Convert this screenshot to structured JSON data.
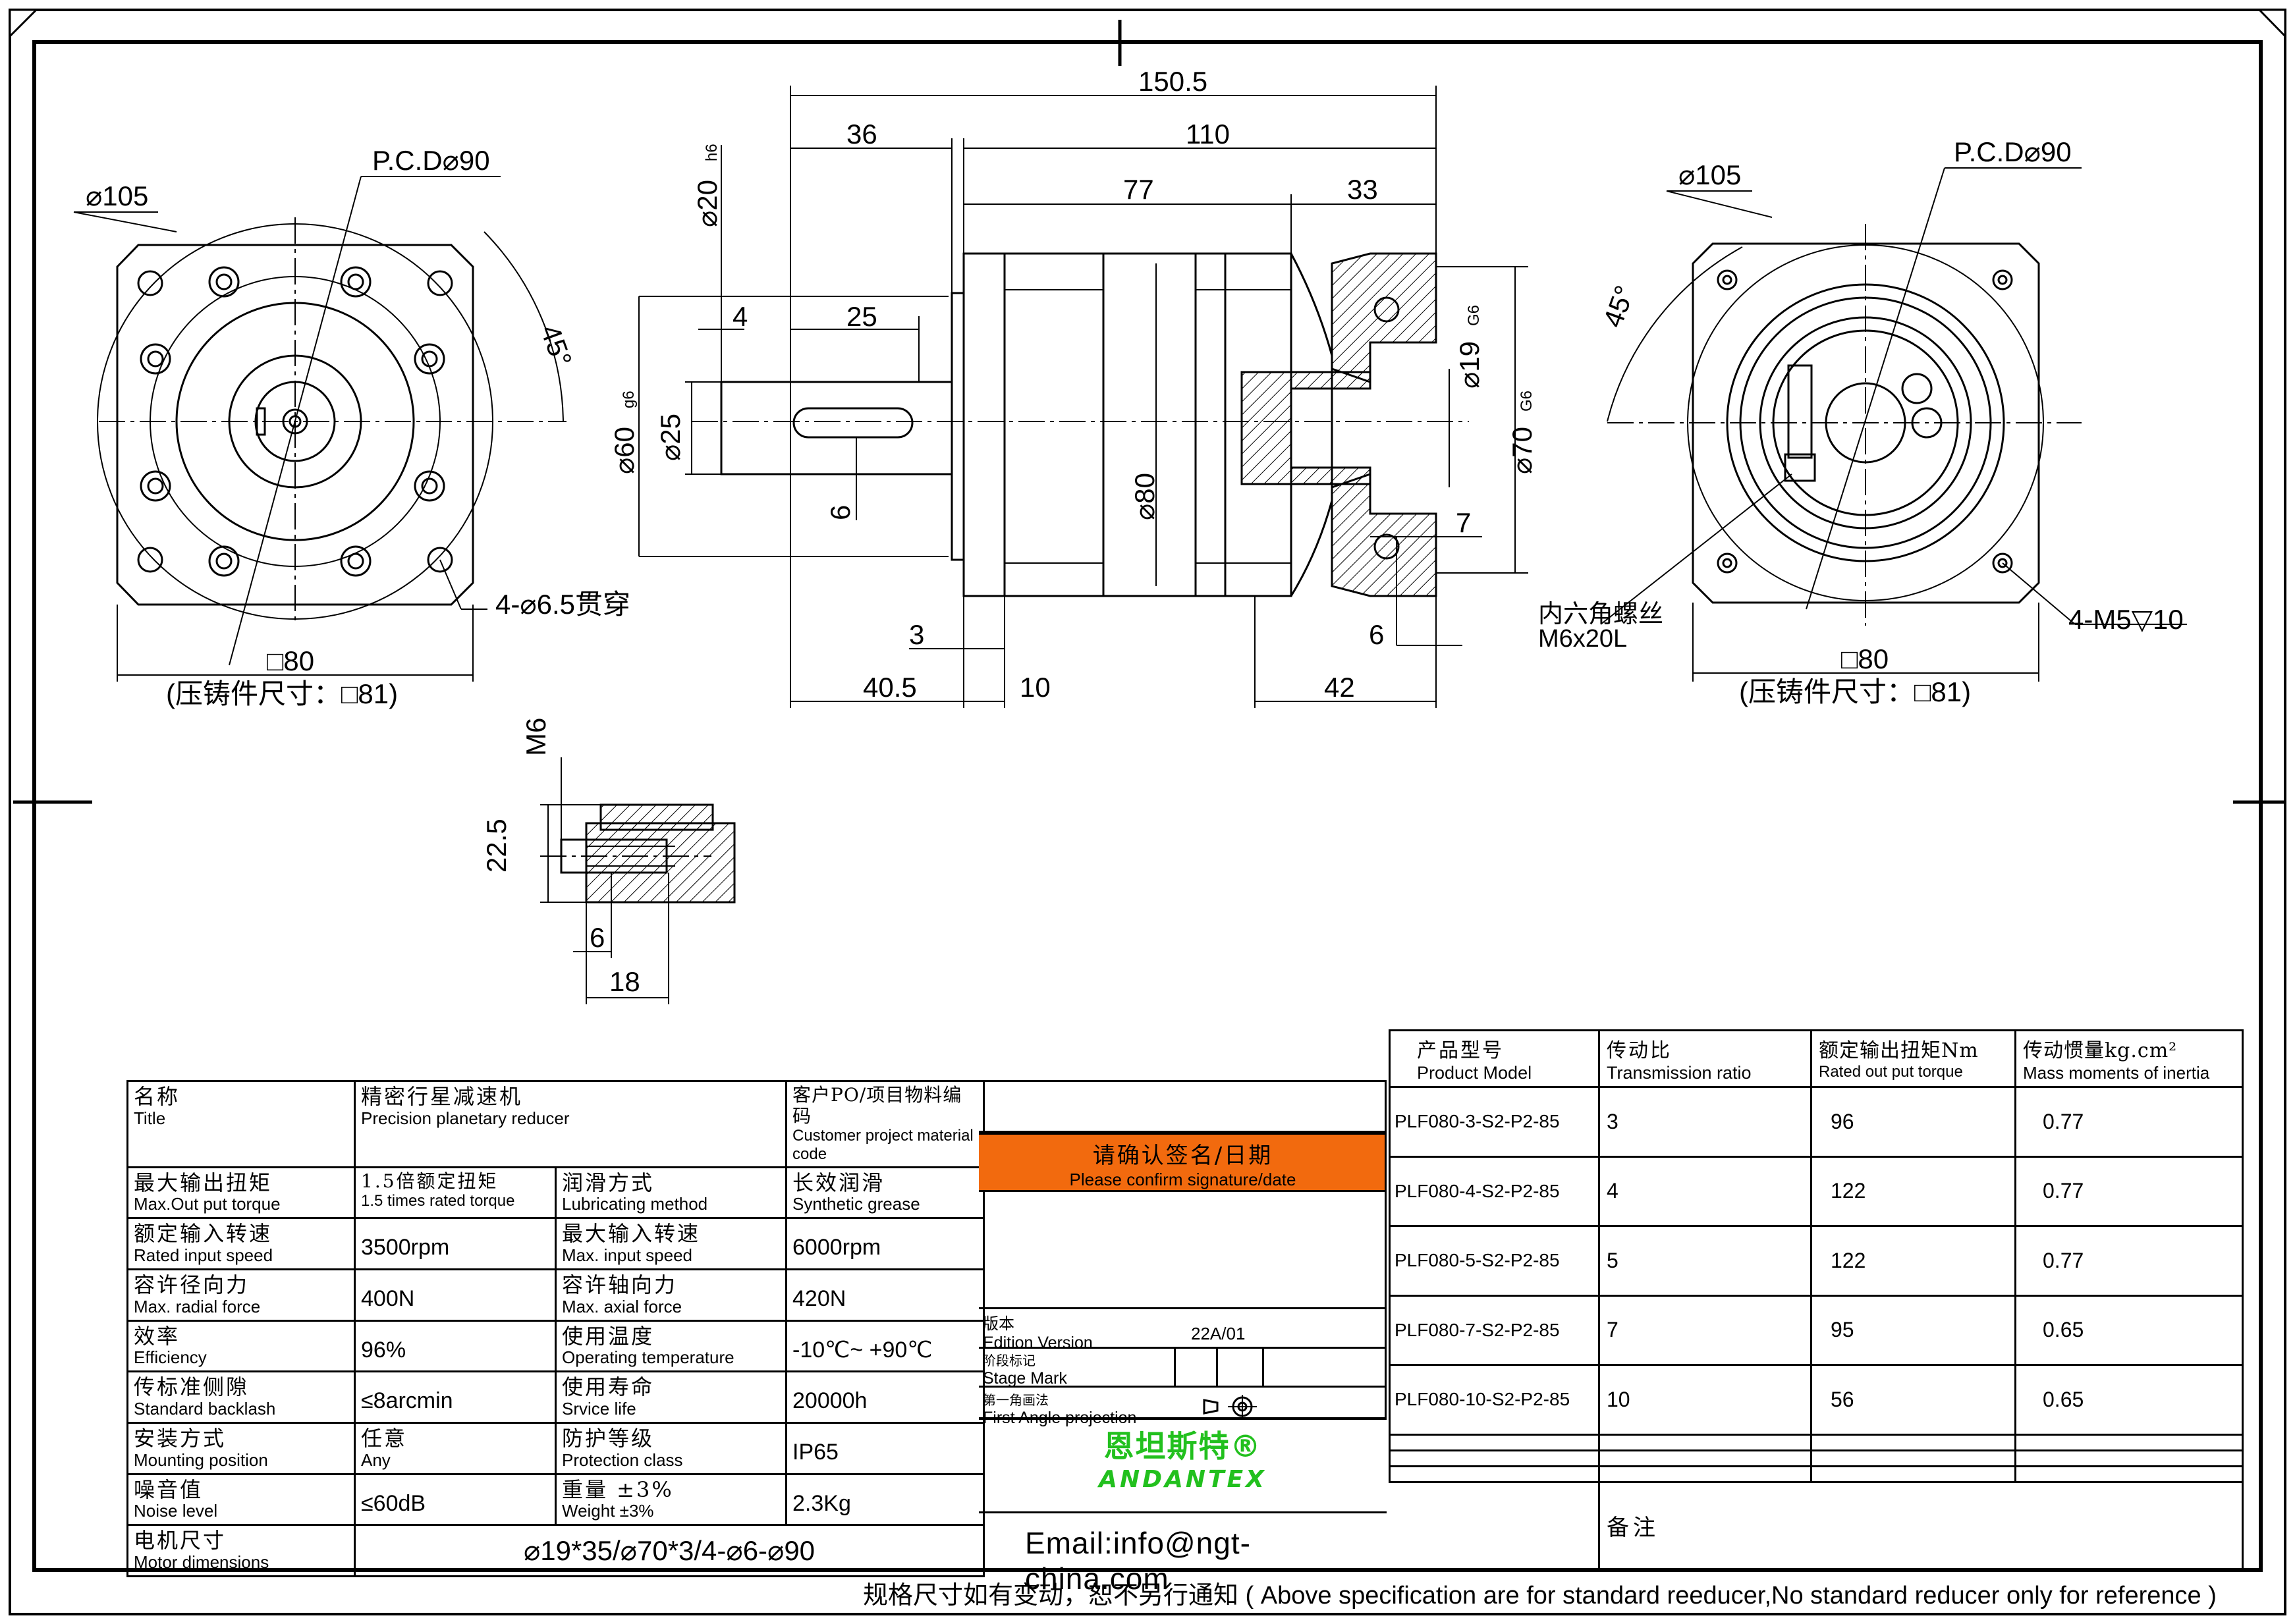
{
  "front_view": {
    "dia_105": "⌀105",
    "pcd": "P.C.D⌀90",
    "angle": "45°",
    "holes": "4-⌀6.5贯穿",
    "square": "□80",
    "casting": "(压铸件尺寸：□81)"
  },
  "side_view": {
    "overall": "150.5",
    "d36": "36",
    "d110": "110",
    "d77": "77",
    "d33": "33",
    "shaft_dia": "⌀20",
    "shaft_tol": "h6",
    "d4": "4",
    "d25": "25",
    "pilot": "⌀60",
    "pilot_tol": "g6",
    "d25b": "⌀25",
    "key6": "6",
    "body": "⌀80",
    "bore": "⌀19",
    "bore_tol": "G6",
    "spigot": "⌀70",
    "spigot_tol": "G6",
    "d7": "7",
    "d3": "3",
    "d6": "6",
    "d40_5": "40.5",
    "d10": "10",
    "d42": "42"
  },
  "rear_view": {
    "dia_105": "⌀105",
    "pcd": "P.C.D⌀90",
    "angle": "45°",
    "screw_cn": "内六角螺丝",
    "screw_en": "M6x20L",
    "tap": "4-M5▽10",
    "square": "□80",
    "casting": "(压铸件尺寸：□81)"
  },
  "detail": {
    "m6": "M6",
    "d22_5": "22.5",
    "d6": "6",
    "d18": "18"
  },
  "spec": {
    "title_cn": "名称",
    "title_en": "Title",
    "title_val_cn": "精密行星减速机",
    "title_val_en": "Precision planetary reducer",
    "po_cn": "客户PO/项目物料编码",
    "po_en": "Customer project material code",
    "maxout_cn": "最大输出扭矩",
    "maxout_en": "Max.Out put torque",
    "maxout_val_cn": "1.5倍额定扭矩",
    "maxout_val_en": "1.5 times rated torque",
    "lub_cn": "润滑方式",
    "lub_en": "Lubricating method",
    "lub_val_cn": "长效润滑",
    "lub_val_en": "Synthetic grease",
    "rin_cn": "额定输入转速",
    "rin_en": "Rated input speed",
    "rin_val": "3500rpm",
    "maxin_cn": "最大输入转速",
    "maxin_en": "Max. input speed",
    "maxin_val": "6000rpm",
    "rad_cn": "容许径向力",
    "rad_en": "Max. radial force",
    "rad_val": "400N",
    "ax_cn": "容许轴向力",
    "ax_en": "Max. axial force",
    "ax_val": "420N",
    "eff_cn": "效率",
    "eff_en": "Efficiency",
    "eff_val": "96%",
    "temp_cn": "使用温度",
    "temp_en": "Operating temperature",
    "temp_val": "-10℃~ +90℃",
    "bl_cn": "传标准侧隙",
    "bl_en": "Standard backlash",
    "bl_val": "≤8arcmin",
    "life_cn": "使用寿命",
    "life_en": "Srvice life",
    "life_val": "20000h",
    "mount_cn": "安装方式",
    "mount_en": "Mounting position",
    "mount_val_cn": "任意",
    "mount_val_en": "Any",
    "prot_cn": "防护等级",
    "prot_en": "Protection class",
    "prot_val": "IP65",
    "noise_cn": "噪音值",
    "noise_en": "Noise level",
    "noise_val": "≤60dB",
    "wt_cn": "重量 ±3%",
    "wt_en": "Weight ±3%",
    "wt_val": "2.3Kg",
    "motor_cn": "电机尺寸",
    "motor_en": "Motor dimensions",
    "motor_val": "⌀19*35/⌀70*3/4-⌀6-⌀90"
  },
  "confirm": {
    "cn": "请确认签名/日期",
    "en": "Please confirm signature/date",
    "bg": "#F26A0E",
    "version_cn": "版本",
    "version_en": "Edition Version",
    "version_val": "22A/01",
    "stage_cn": "阶段标记",
    "stage_en": "Stage Mark",
    "proj_cn": "第一角画法",
    "proj_en": "First Angle projection",
    "brand_cn": "恩坦斯特®",
    "brand_en": "ANDANTEX",
    "brand_color": "#22C01E",
    "email": "Email:info@ngt-china.com"
  },
  "perf": {
    "h_model_cn": "产品型号",
    "h_model_en": "Product Model",
    "h_ratio_cn": "传动比",
    "h_ratio_en": "Transmission ratio",
    "h_torque_cn": "额定输出扭矩Nm",
    "h_torque_en": "Rated out put torque",
    "h_inertia_cn": "传动惯量kg.cm²",
    "h_inertia_en": "Mass moments of inertia",
    "rows": [
      {
        "model": "PLF080-3-S2-P2-85",
        "ratio": "3",
        "torque": "96",
        "inertia": "0.77"
      },
      {
        "model": "PLF080-4-S2-P2-85",
        "ratio": "4",
        "torque": "122",
        "inertia": "0.77"
      },
      {
        "model": "PLF080-5-S2-P2-85",
        "ratio": "5",
        "torque": "122",
        "inertia": "0.77"
      },
      {
        "model": "PLF080-7-S2-P2-85",
        "ratio": "7",
        "torque": "95",
        "inertia": "0.65"
      },
      {
        "model": "PLF080-10-S2-P2-85",
        "ratio": "10",
        "torque": "56",
        "inertia": "0.65"
      }
    ],
    "remark": "备注"
  },
  "footer": "规格尺寸如有变动，恕不另行通知 ( Above specification are for standard reeducer,No standard reducer only for reference )"
}
